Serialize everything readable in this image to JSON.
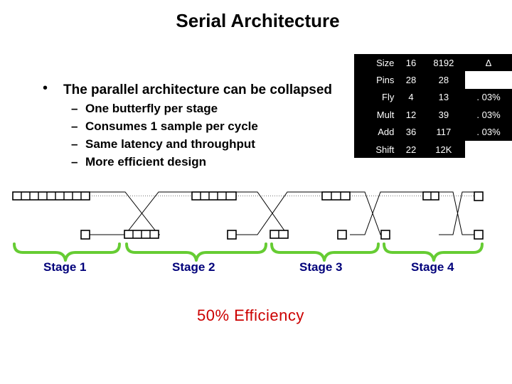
{
  "title": "Serial Architecture",
  "bullet": {
    "marker": "•",
    "text": "The parallel architecture can be collapsed",
    "sub_marker": "–",
    "sub_items": [
      "One butterfly per stage",
      "Consumes 1 sample per cycle",
      "Same latency and throughput",
      "More efficient design"
    ]
  },
  "table": {
    "rows": [
      [
        "Size",
        "16",
        "8192",
        "Δ"
      ],
      [
        "Pins",
        "28",
        "28",
        ""
      ],
      [
        "Fly",
        "4",
        "13",
        ". 03%"
      ],
      [
        "Mult",
        "12",
        "39",
        ". 03%"
      ],
      [
        "Add",
        "36",
        "117",
        ". 03%"
      ],
      [
        "Shift",
        "22",
        "12K",
        ""
      ]
    ]
  },
  "stages": [
    "Stage 1",
    "Stage 2",
    "Stage 3",
    "Stage 4"
  ],
  "efficiency": "50% Efficiency",
  "colors": {
    "stage_brace": "#66cc33",
    "stage_label": "#00007a",
    "efficiency": "#cc0000",
    "table_bg": "#000000",
    "table_text": "#ffffff"
  }
}
